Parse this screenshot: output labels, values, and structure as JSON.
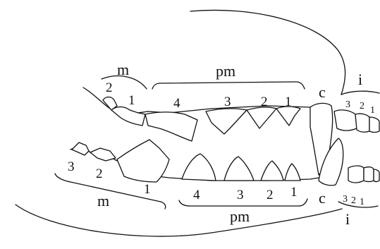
{
  "labels": {
    "upper": {
      "molar_group": "m",
      "premolar_group": "pm",
      "canine": "c",
      "incisor_group": "i",
      "molars": [
        "2",
        "1"
      ],
      "premolars": [
        "4",
        "3",
        "2",
        "1"
      ],
      "incisors": [
        "3",
        "2",
        "1"
      ]
    },
    "lower": {
      "molar_group": "m",
      "premolar_group": "pm",
      "canine": "c",
      "incisor_group": "i",
      "molars": [
        "3",
        "2",
        "1"
      ],
      "premolars": [
        "4",
        "3",
        "2",
        "1"
      ],
      "incisors": [
        "3",
        "2",
        "1"
      ]
    }
  }
}
